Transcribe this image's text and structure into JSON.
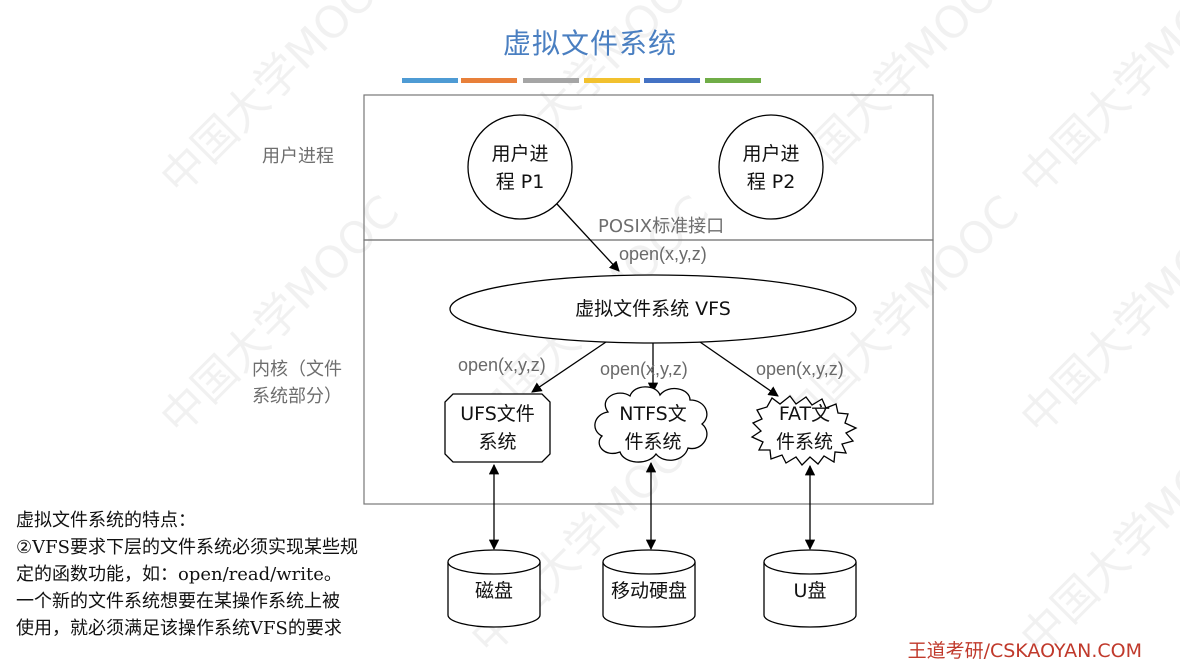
{
  "title": "虚拟文件系统",
  "title_bar_colors": [
    "#4e9bd4",
    "#e8803a",
    "#a5a5a5",
    "#f2c12e",
    "#4472c4",
    "#70ad47"
  ],
  "labels": {
    "user_process_region": "用户进程",
    "kernel_region_line1": "内核（文件",
    "kernel_region_line2": "系统部分）",
    "posix_interface": "POSIX标准接口"
  },
  "processes": [
    {
      "line1": "用户进",
      "line2": "程 P1"
    },
    {
      "line1": "用户进",
      "line2": "程 P2"
    }
  ],
  "vfs": {
    "label": "虚拟文件系统 VFS"
  },
  "calls": {
    "to_vfs": "open(x,y,z)",
    "to_ufs": "open(x,y,z)",
    "to_ntfs": "open(x,y,z)",
    "to_fat": "open(x,y,z)"
  },
  "filesystems": [
    {
      "line1": "UFS文件",
      "line2": "系统"
    },
    {
      "line1": "NTFS文",
      "line2": "件系统"
    },
    {
      "line1": "FAT文",
      "line2": "件系统"
    }
  ],
  "devices": [
    "磁盘",
    "移动硬盘",
    "U盘"
  ],
  "notes": {
    "heading": "虚拟文件系统的特点：",
    "point_line1": "②VFS要求下层的文件系统必须实现某些规",
    "point_line2": "定的函数功能，如：open/read/write。",
    "extra_line1": "一个新的文件系统想要在某操作系统上被",
    "extra_line2": "使用，就必须满足该操作系统VFS的要求"
  },
  "watermark": "中国大学MOOC",
  "brand": "王道考研/CSKAOYAN.COM",
  "colors": {
    "title": "#4a7fc1",
    "brand": "#c0392b"
  }
}
